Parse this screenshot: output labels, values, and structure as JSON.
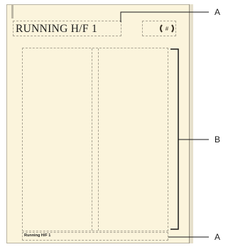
{
  "header": {
    "text": "RUNNING H/F 1"
  },
  "footer": {
    "text": "Running H/F 1"
  },
  "page_marker": {
    "icon": "page-number-marker-icon"
  },
  "callouts": {
    "a_top": "A",
    "b": "B",
    "a_bottom": "A"
  },
  "colors": {
    "page": "#fbf4dc",
    "guides": "#aaa493",
    "leader": "#1a1a1a"
  }
}
